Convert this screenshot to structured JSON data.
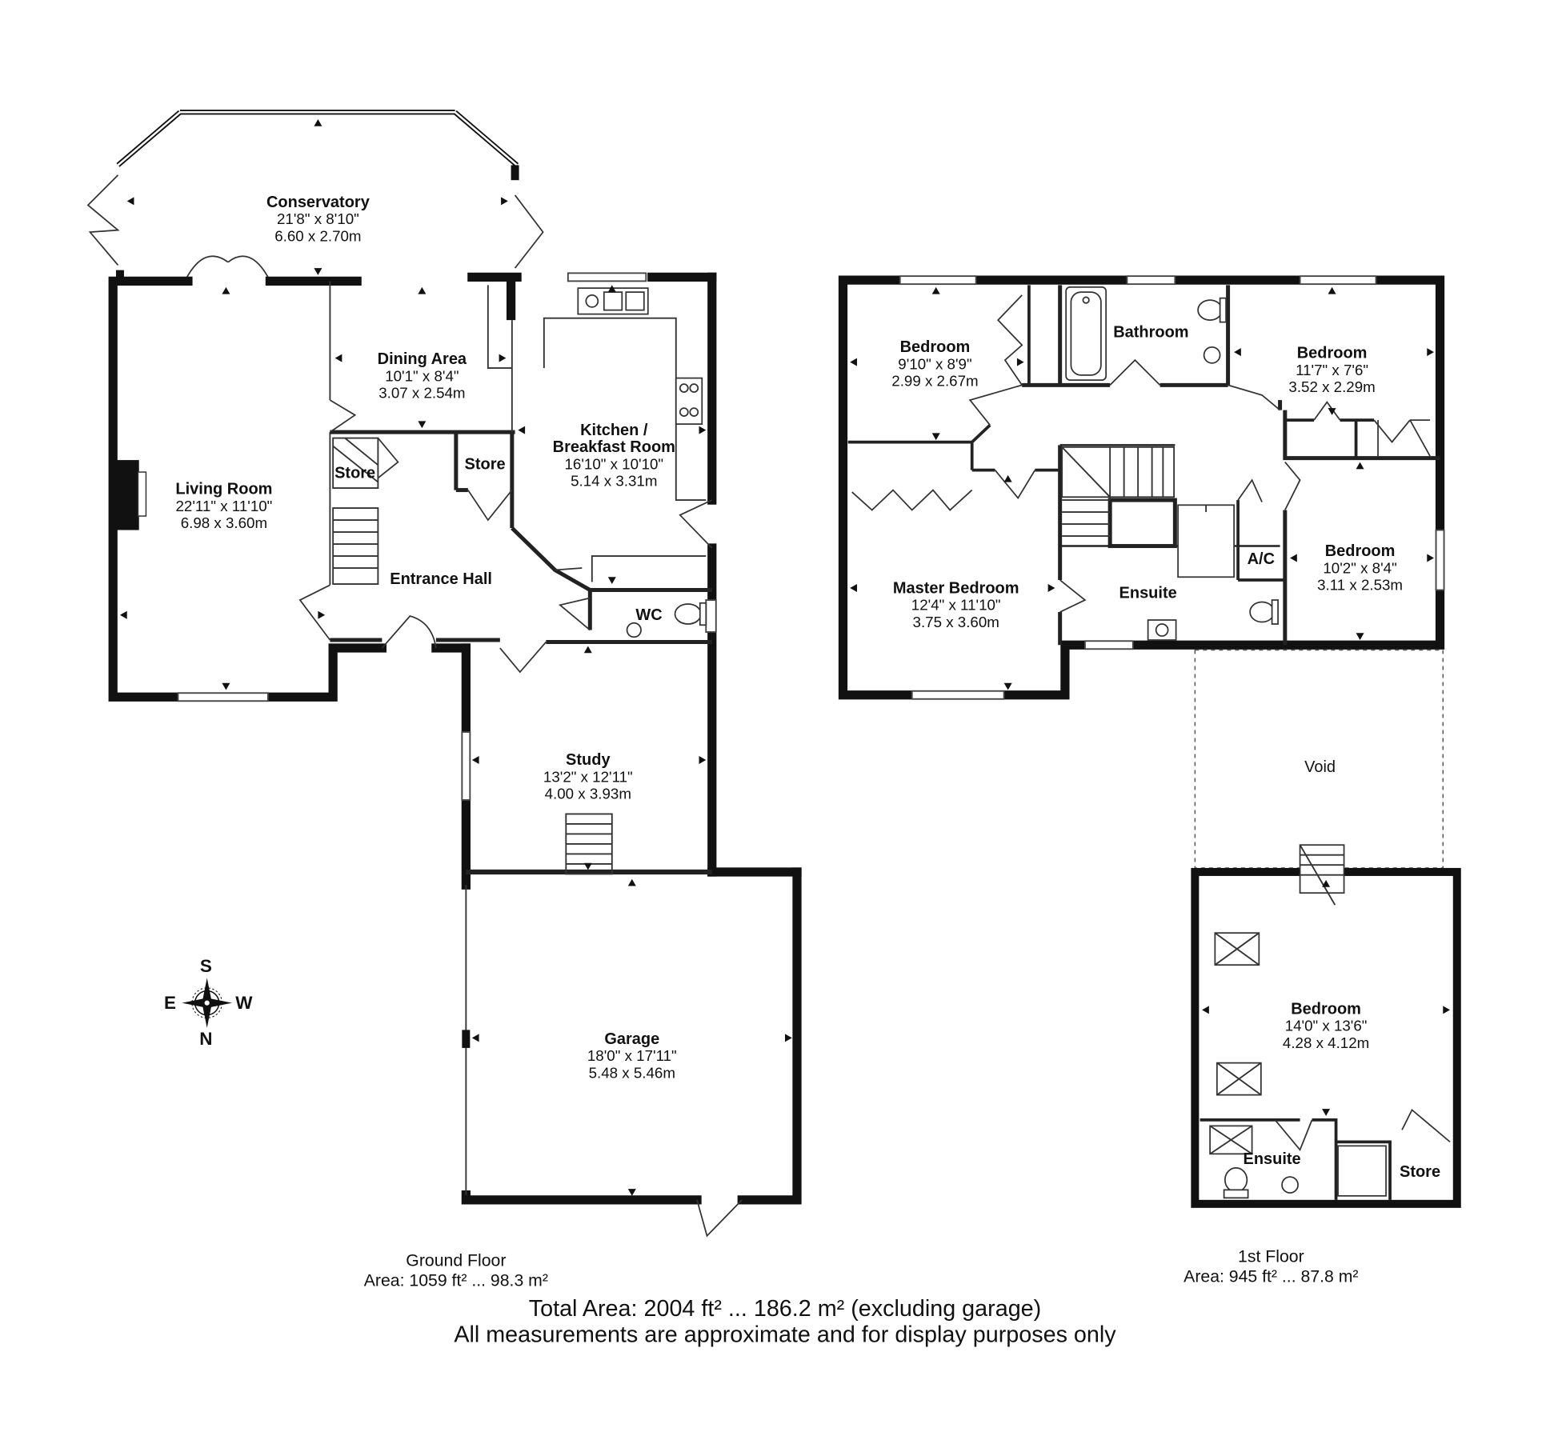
{
  "ground_floor": {
    "rooms": {
      "conservatory": {
        "name": "Conservatory",
        "imperial": "21'8\" x 8'10\"",
        "metric": "6.60 x 2.70m"
      },
      "dining_area": {
        "name": "Dining Area",
        "imperial": "10'1\" x 8'4\"",
        "metric": "3.07 x 2.54m"
      },
      "living_room": {
        "name": "Living Room",
        "imperial": "22'11\" x 11'10\"",
        "metric": "6.98 x 3.60m"
      },
      "kitchen": {
        "name_line1": "Kitchen /",
        "name_line2": "Breakfast Room",
        "imperial": "16'10\" x 10'10\"",
        "metric": "5.14 x 3.31m"
      },
      "store_stairs": {
        "name": "Store"
      },
      "store_hall": {
        "name": "Store"
      },
      "entrance_hall": {
        "name": "Entrance Hall"
      },
      "wc": {
        "name": "WC"
      },
      "study": {
        "name": "Study",
        "imperial": "13'2\" x 12'11\"",
        "metric": "4.00 x 3.93m"
      },
      "garage": {
        "name": "Garage",
        "imperial": "18'0\" x 17'11\"",
        "metric": "5.48 x 5.46m"
      }
    },
    "label": "Ground Floor",
    "area": "Area: 1059 ft² ... 98.3 m²"
  },
  "first_floor": {
    "rooms": {
      "bedroom_nw": {
        "name": "Bedroom",
        "imperial": "9'10\" x 8'9\"",
        "metric": "2.99 x 2.67m"
      },
      "bathroom": {
        "name": "Bathroom"
      },
      "bedroom_ne": {
        "name": "Bedroom",
        "imperial": "11'7\" x 7'6\"",
        "metric": "3.52 x 2.29m"
      },
      "master_bedroom": {
        "name": "Master Bedroom",
        "imperial": "12'4\" x 11'10\"",
        "metric": "3.75 x 3.60m"
      },
      "ensuite": {
        "name": "Ensuite"
      },
      "ac": {
        "name": "A/C"
      },
      "bedroom_e": {
        "name": "Bedroom",
        "imperial": "10'2\" x 8'4\"",
        "metric": "3.11 x 2.53m"
      },
      "void": {
        "name": "Void"
      },
      "bedroom_annex": {
        "name": "Bedroom",
        "imperial": "14'0\" x 13'6\"",
        "metric": "4.28 x 4.12m"
      },
      "ensuite_annex": {
        "name": "Ensuite"
      },
      "store_annex": {
        "name": "Store"
      }
    },
    "label": "1st Floor",
    "area": "Area: 945 ft² ... 87.8 m²"
  },
  "compass": {
    "top": "S",
    "left": "E",
    "right": "W",
    "bottom": "N"
  },
  "total_area": "Total Area: 2004 ft² ... 186.2 m² (excluding garage)",
  "disclaimer": "All measurements are approximate and for display purposes only"
}
